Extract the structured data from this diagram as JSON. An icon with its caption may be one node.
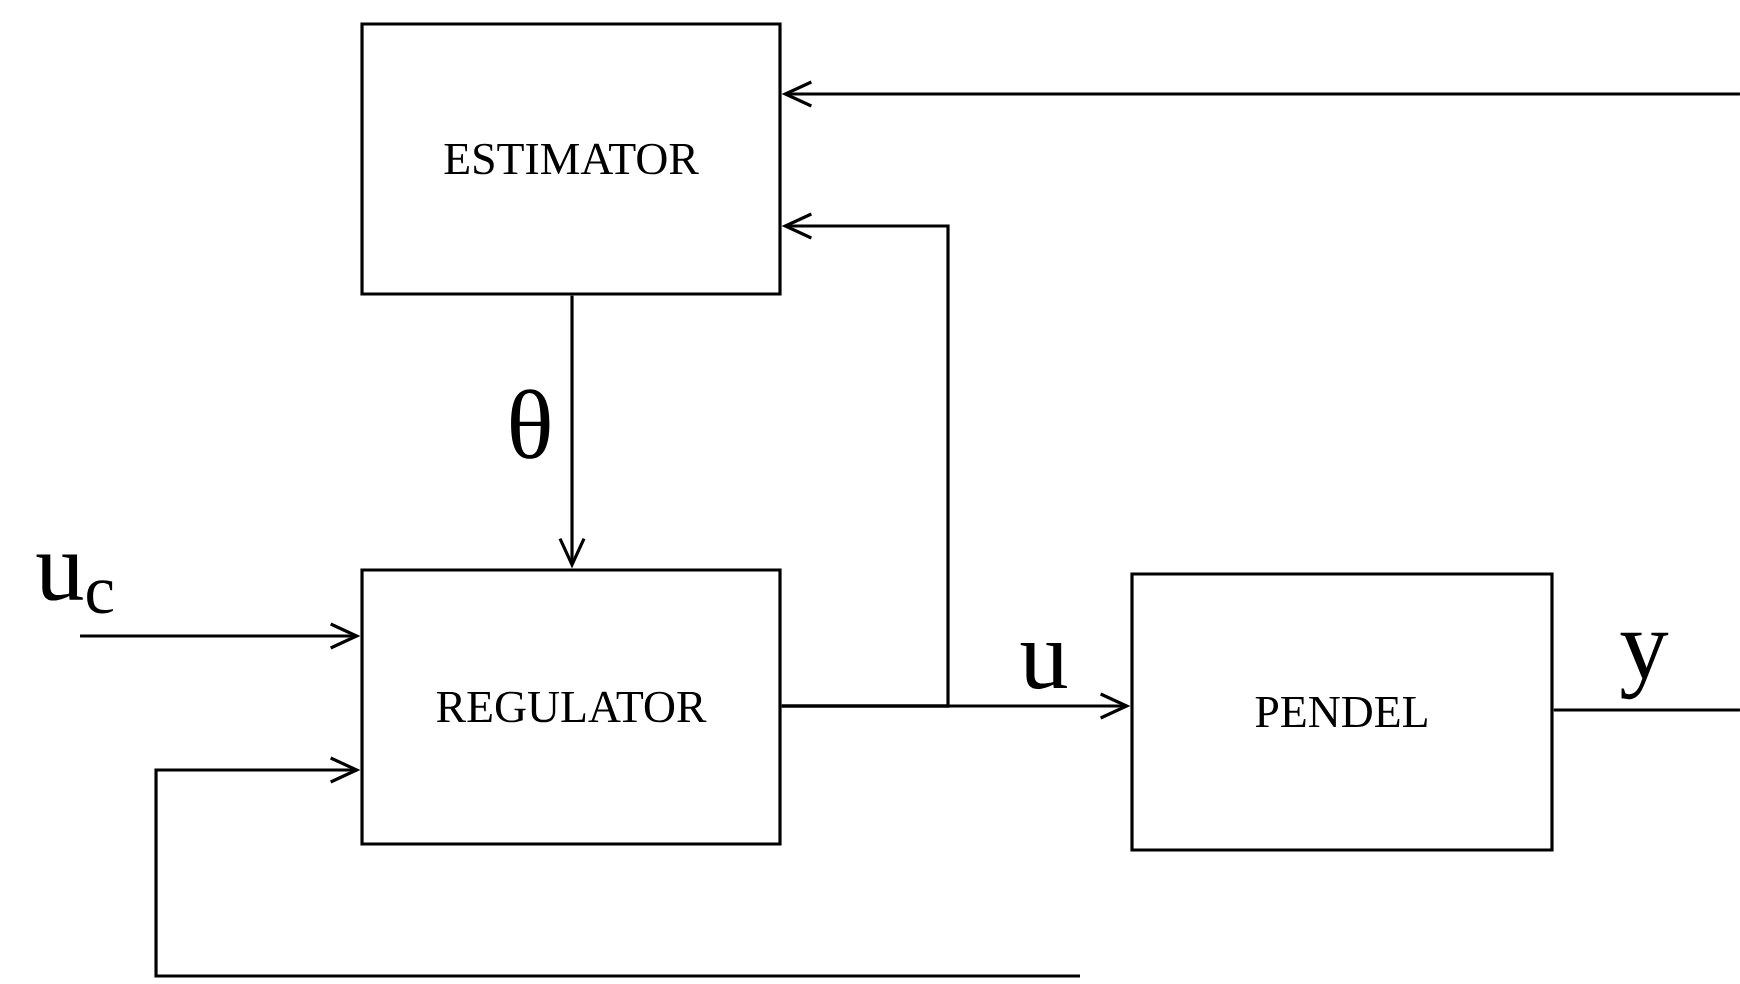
{
  "diagram": {
    "nodes": [
      {
        "text": [
          "ESTIMATOR"
        ]
      },
      {
        "text": [
          "REGULATOR"
        ]
      },
      {
        "text": [
          "PENDEL"
        ]
      }
    ],
    "edges": [
      {
        "from": 0,
        "to": 1,
        "arrow": "to",
        "label": "θ"
      },
      {
        "from": null,
        "to": 1,
        "arrow": "to",
        "label": "u$_{c}$"
      },
      {
        "from": 1,
        "to": 2,
        "arrow": "to",
        "label": "u"
      },
      {
        "from": 1,
        "to": 0,
        "arrow": "to"
      },
      {
        "from": 2,
        "to": null,
        "arrow": "none",
        "label": "y"
      },
      {
        "from": null,
        "to": 0,
        "arrow": "to"
      },
      {
        "from": null,
        "to": 1,
        "arrow": "to"
      }
    ]
  }
}
